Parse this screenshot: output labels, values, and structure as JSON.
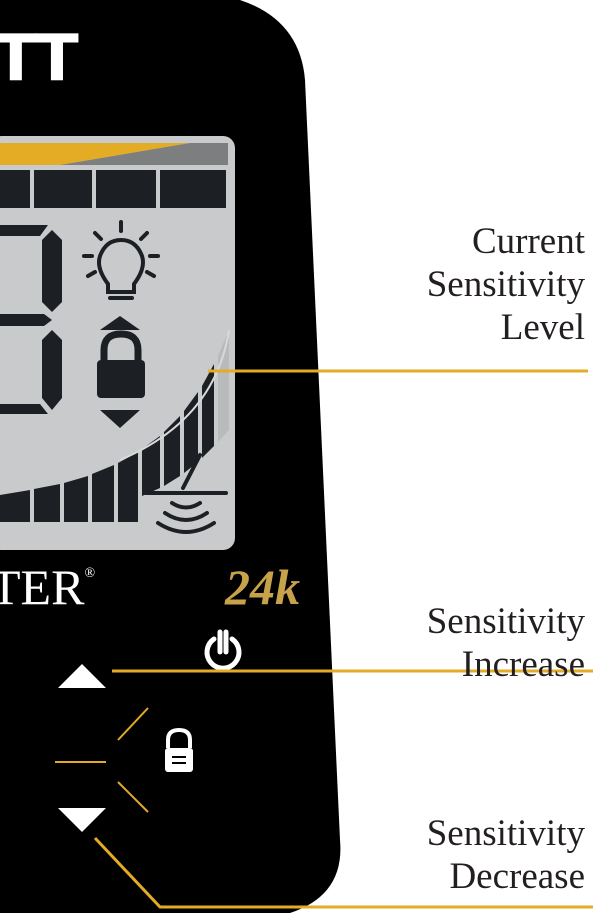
{
  "brand": {
    "logo_text": "TT",
    "model_name": "TER",
    "model_registered": "®",
    "model_suffix": "24k"
  },
  "callouts": {
    "current_sensitivity": [
      "Current",
      "Sensitivity",
      "Level"
    ],
    "sensitivity_increase": [
      "Sensitivity",
      "Increase"
    ],
    "sensitivity_decrease": [
      "Sensitivity",
      "Decrease"
    ]
  },
  "display": {
    "sensitivity_segments_lit": 9,
    "sensitivity_segments_total": 10,
    "depth_segments_visible": 4
  },
  "icons": [
    "backlight-bulb-icon",
    "lock-icon",
    "arrow-up-icon",
    "arrow-down-icon",
    "search-coil-icon",
    "power-icon",
    "pinpoint-lock-icon"
  ],
  "colors": {
    "body": "#000000",
    "lcd": "#c9cacb",
    "segment": "#1c1f24",
    "accent": "#e4ab24",
    "callout_text": "#231f20"
  }
}
